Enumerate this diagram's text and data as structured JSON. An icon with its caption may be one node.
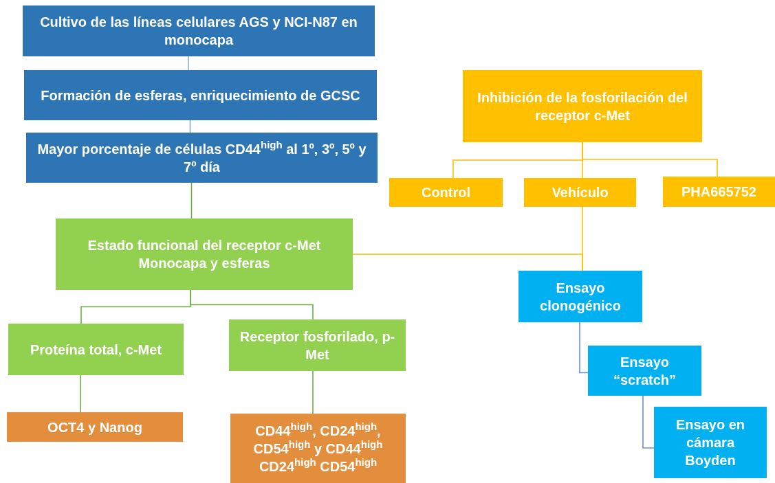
{
  "diagram": {
    "nodes": [
      {
        "text": [
          "Cultivo de las líneas celulares AGS y NCI-N87 en monocapa"
        ]
      },
      {
        "text": [
          "Formación de esferas, enriquecimiento de GCSC"
        ]
      },
      {
        "text": [
          "Mayor porcentaje de células CD44$^{high}$ al 1º, 3º, 5º y 7º día"
        ]
      },
      {
        "text": [
          "Estado funcional  del receptor c-Met",
          "Monocapa y esferas"
        ]
      },
      {
        "text": [
          "Inhibición de la fosforilación del receptor c-Met"
        ]
      },
      {
        "text": [
          "Control"
        ]
      },
      {
        "text": [
          "Vehículo"
        ]
      },
      {
        "text": [
          "PHA665752"
        ]
      },
      {
        "text": [
          "Ensayo clonogénico"
        ]
      },
      {
        "text": [
          "Ensayo “scratch”"
        ]
      },
      {
        "text": [
          "Ensayo en cámara Boyden"
        ]
      },
      {
        "text": [
          "Proteína total, c-Met"
        ]
      },
      {
        "text": [
          "Receptor fosforilado, p-Met"
        ]
      },
      {
        "text": [
          "OCT4 y Nanog"
        ]
      },
      {
        "text": [
          "CD44$^{high}$, CD24$^{high}$, CD54$^{high}$ y CD44$^{high}$ CD24$^{high}$ CD54$^{high}$"
        ]
      }
    ],
    "edges": [
      {
        "from": 0,
        "to": 1,
        "arrow": "none",
        "color": "#8faadc"
      },
      {
        "from": 1,
        "to": 2,
        "arrow": "none",
        "color": "#8faadc"
      },
      {
        "from": 2,
        "to": 3,
        "arrow": "none",
        "color": "#70ad47"
      },
      {
        "from": 3,
        "to": 11,
        "arrow": "none",
        "color": "#70ad47"
      },
      {
        "from": 3,
        "to": 12,
        "arrow": "none",
        "color": "#70ad47"
      },
      {
        "from": 11,
        "to": 13,
        "arrow": "none",
        "color": "#70ad47"
      },
      {
        "from": 12,
        "to": 14,
        "arrow": "none",
        "color": "#70ad47"
      },
      {
        "from": 4,
        "to": 5,
        "arrow": "none",
        "color": "#ffc000"
      },
      {
        "from": 4,
        "to": 6,
        "arrow": "none",
        "color": "#ffc000"
      },
      {
        "from": 4,
        "to": 7,
        "arrow": "none",
        "color": "#ffc000"
      },
      {
        "from": 6,
        "to": 8,
        "arrow": "none",
        "color": "#ffc000"
      },
      {
        "from": 3,
        "to": 8,
        "arrow": "none",
        "color": "#ffc000"
      },
      {
        "from": 8,
        "to": 9,
        "arrow": "none",
        "color": "#6f8fc9"
      },
      {
        "from": 9,
        "to": 10,
        "arrow": "none",
        "color": "#6f8fc9"
      }
    ]
  }
}
